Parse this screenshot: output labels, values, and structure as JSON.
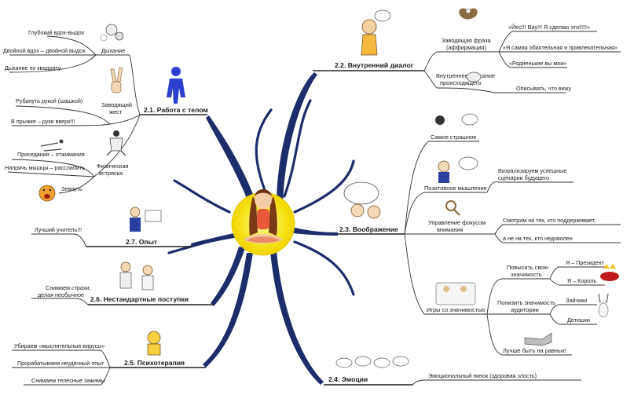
{
  "branches": {
    "body": {
      "title": "2.1. Работа с телом",
      "breathing": {
        "label": "Дыхание",
        "leaves": [
          "Глубокий вдох-выдох",
          "Двойной вдох – двойной выдох",
          "Дыхание по квадрату"
        ]
      },
      "gesture": {
        "label": [
          "Заводящий",
          "жест"
        ],
        "leaves": [
          "Рубануть рукой (шашкой)",
          "В прыжке – руки вверх!!!"
        ]
      },
      "shake": {
        "label": [
          "Физическая",
          "встряска"
        ],
        "leaves": [
          "Приседания – отжимания",
          "Напрячь мышцы – расслабить",
          "Зевнуть"
        ]
      }
    },
    "dialog": {
      "title": "2.2. Внутренний диалог",
      "phrase": {
        "label": [
          "Заводящая фраза",
          "(аффирмация)"
        ],
        "leaves": [
          "«Йес!!! Вау!!! Я сделаю это!!!!!»",
          "«Я самая обаятельная и привлекательная»",
          "«Родненькие вы мои»"
        ]
      },
      "describe": {
        "label": [
          "Внутреннее описание",
          "происходящего"
        ],
        "leaves": [
          "Описывать, что вижу"
        ]
      }
    },
    "imagination": {
      "title": "2.3. Воображение",
      "scary": {
        "label": "Самое страшное"
      },
      "positive": {
        "label": "Позитивное мышление",
        "leaves": [
          [
            "Визуализируем успешные",
            "сценарии будущего"
          ]
        ]
      },
      "focus": {
        "label": [
          "Управление фокусом",
          "внимания"
        ],
        "leaves": [
          "Смотрим на тех, кто поддерживает,",
          "а не на тех, кто недоволен"
        ]
      },
      "games": {
        "label": "Игры со значимостью",
        "raise": {
          "label": [
            "Повысить свою",
            "значимость"
          ],
          "leaves": [
            "Я – Президент",
            "Я – Король"
          ]
        },
        "lower": {
          "label": [
            "Понизить значимость",
            "аудитории"
          ],
          "leaves": [
            "Зайчики",
            "Детишки"
          ]
        },
        "equal": {
          "label": "Лучше быть на равных!"
        }
      }
    },
    "emotions": {
      "title": "2.4. Эмоции",
      "leaves": [
        "Эмоциональный пинок (здоровая злость)"
      ]
    },
    "therapy": {
      "title": "2.5. Психотерапия",
      "leaves": [
        "Убираем «мыслительные вирусы»",
        "Прорабатываем неудачный опыт",
        "Снимаем телесные зажимы"
      ]
    },
    "unusual": {
      "title": "2.6. Нестандартные поступки",
      "leaves": [
        [
          "Снимаем страхи,",
          "делая необычное"
        ]
      ]
    },
    "experience": {
      "title": "2.7. Опыт",
      "leaves": [
        "Лучший учитель!!!"
      ]
    }
  },
  "colors": {
    "branch": "#1d2d6b",
    "twig": "#2a2a2a",
    "sun": "#f7e21a",
    "accent": "#2a3fd0"
  },
  "icons": [
    "person-icon",
    "peace-hand-icon",
    "exercise-icon",
    "yawn-face-icon",
    "thinking-man-icon",
    "eagle-icon",
    "brain-icon",
    "magnifier-icon",
    "king-icon",
    "bunny-icon",
    "handshake-icon",
    "sheep-icon",
    "teacher-icon",
    "dentist-icon",
    "pills-icon",
    "meditating-girl-icon"
  ]
}
